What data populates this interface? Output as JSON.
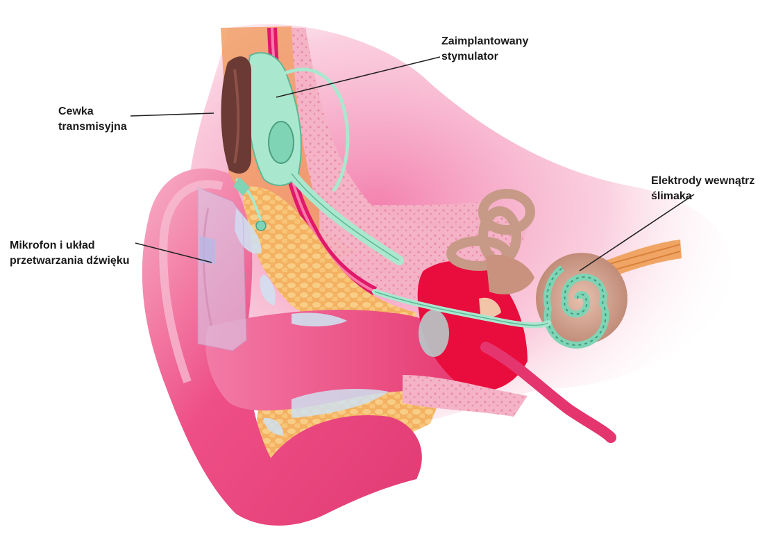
{
  "labels": {
    "stimulator": {
      "line1": "Zaimplantowany",
      "line2": "stymulator"
    },
    "coil": {
      "line1": "Cewka",
      "line2": "transmisyjna"
    },
    "electrodes": {
      "line1": "Elektrody wewnątrz",
      "line2": "ślimaka"
    },
    "microphone": {
      "line1": "Mikrofon i układ",
      "line2": "przetwarzania dźwięku"
    }
  },
  "colors": {
    "skin": "#ef4f86",
    "skin_light": "#f7a3c0",
    "fat": "#f2a957",
    "bone": "#f4b7c6",
    "device": "#a9e8cf",
    "coil": "#6b3a34",
    "cochlea": "#d8a48e",
    "artery": "#e30b3c",
    "leader": "#222222"
  }
}
